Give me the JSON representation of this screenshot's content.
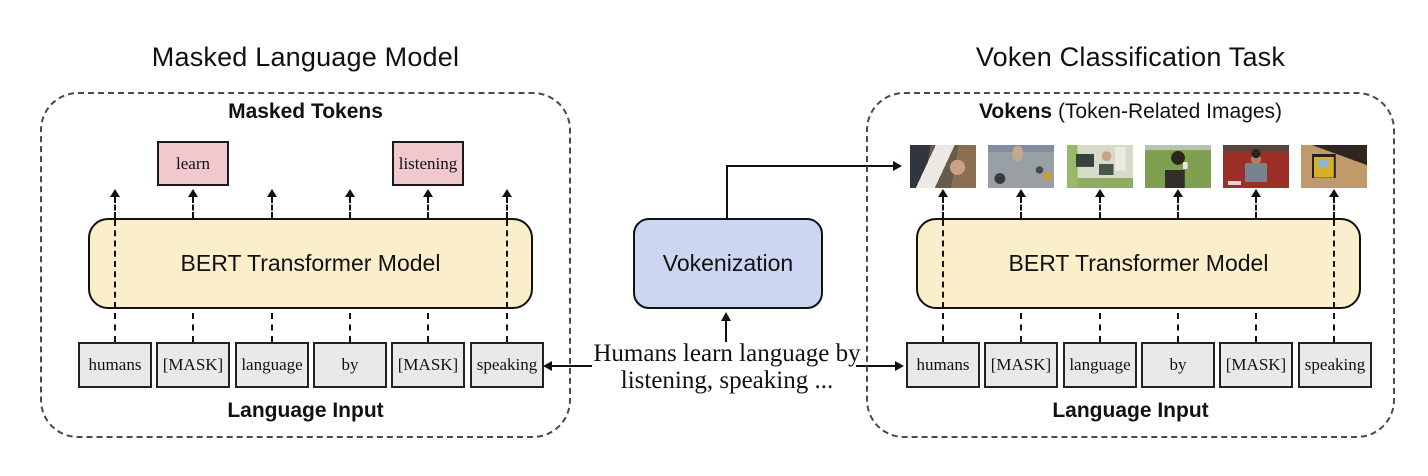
{
  "left_panel": {
    "title": "Masked Language Model",
    "heading": "Masked Tokens",
    "masked_outputs": [
      {
        "label": "learn"
      },
      {
        "label": "listening"
      }
    ],
    "model_label": "BERT Transformer Model",
    "tokens": [
      "humans",
      "[MASK]",
      "language",
      "by",
      "[MASK]",
      "speaking"
    ],
    "footer_label": "Language Input"
  },
  "middle": {
    "vokenization_label": "Vokenization",
    "sentence_line1": "Humans learn language by",
    "sentence_line2": "listening, speaking ..."
  },
  "right_panel": {
    "title": "Voken Classification Task",
    "heading_bold": "Vokens",
    "heading_rest": " (Token-Related Images)",
    "model_label": "BERT Transformer Model",
    "tokens": [
      "humans",
      "[MASK]",
      "language",
      "by",
      "[MASK]",
      "speaking"
    ],
    "footer_label": "Language Input",
    "vokens": [
      {
        "name": "people-around-table-with-laptop"
      },
      {
        "name": "hand-on-gray-table"
      },
      {
        "name": "room-with-monitors-green-wall"
      },
      {
        "name": "person-on-phone-in-grass-field"
      },
      {
        "name": "man-sitting-on-red-couch"
      },
      {
        "name": "handheld-gps-device-on-desk"
      }
    ]
  },
  "palette": {
    "background": "#ffffff",
    "panel_border": "#4a4a4a",
    "outline": "#111111",
    "masked_token_fill": "#f1c8ce",
    "model_fill": "#fbeecb",
    "vokenization_fill": "#ccd6f2",
    "token_fill": "#e9e9e9"
  }
}
